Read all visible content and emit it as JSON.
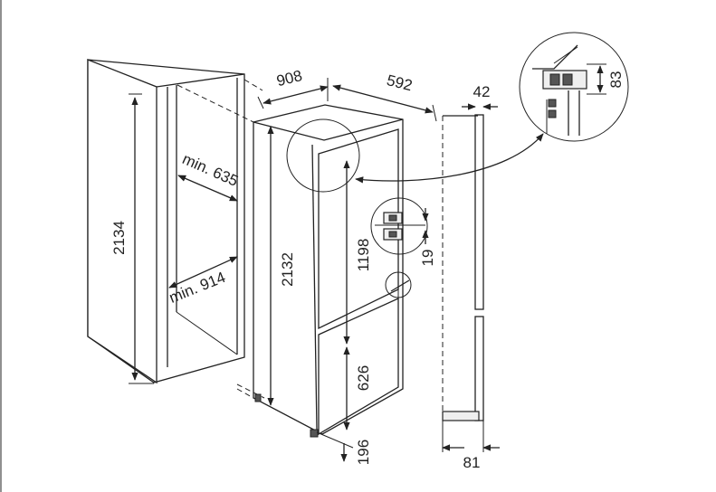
{
  "diagram": {
    "colors": {
      "line": "#222222",
      "background": "#ffffff",
      "accent_grey": "#efefef"
    },
    "dimensions": {
      "niche_height": "2134",
      "niche_depth_min": "min. 635",
      "niche_width_min": "min. 914",
      "appliance_depth": "908",
      "appliance_width": "592",
      "appliance_height": "2132",
      "fridge_door_height": "1198",
      "hinge_gap": "19",
      "freezer_door_height": "626",
      "bottom_gap": "196",
      "door_panel_offset": "42",
      "door_panel_bottom": "81",
      "detail_height": "83"
    }
  }
}
